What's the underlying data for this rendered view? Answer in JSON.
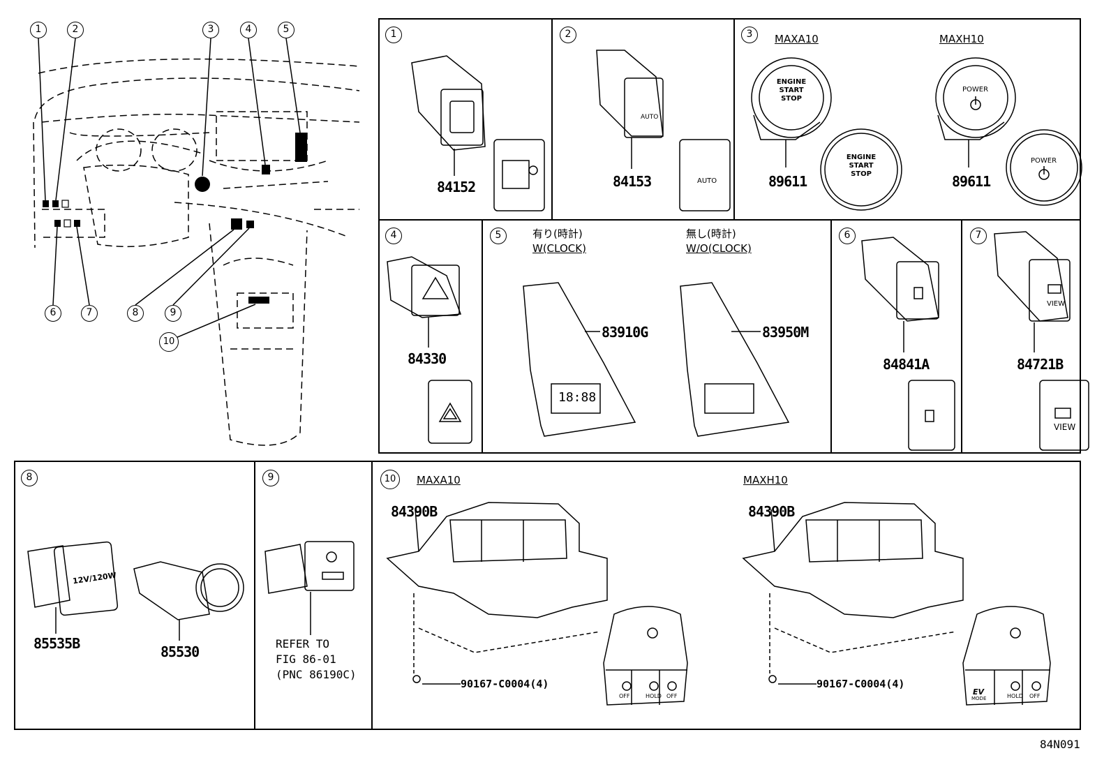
{
  "overview": {
    "callouts": [
      "1",
      "2",
      "3",
      "4",
      "5",
      "6",
      "7",
      "8",
      "9",
      "10"
    ]
  },
  "panels": {
    "p1": {
      "num": "1",
      "part": "84152"
    },
    "p2": {
      "num": "2",
      "part": "84153",
      "icon_text": "AUTO"
    },
    "p3": {
      "num": "3",
      "left_label": "MAXA10",
      "right_label": "MAXH10",
      "left_part": "89611",
      "right_part": "89611",
      "engine_text": "ENGINE\nSTART\nSTOP",
      "power_text": "POWER"
    },
    "p4": {
      "num": "4",
      "part": "84330"
    },
    "p5": {
      "num": "5",
      "left_jp": "有り(時計)",
      "left_en": "W(CLOCK)",
      "right_jp": "無し(時計)",
      "right_en": "W/O(CLOCK)",
      "left_part": "83910G",
      "right_part": "83950M",
      "clock": "18:88"
    },
    "p6": {
      "num": "6",
      "part": "84841A"
    },
    "p7": {
      "num": "7",
      "part": "84721B",
      "icon_text": "VIEW"
    },
    "p8": {
      "num": "8",
      "left_part": "85535B",
      "right_part": "85530",
      "socket_text": "12V/120W"
    },
    "p9": {
      "num": "9",
      "note": "REFER TO\nFIG 86-01\n(PNC 86190C)"
    },
    "p10": {
      "num": "10",
      "left_label": "MAXA10",
      "right_label": "MAXH10",
      "left_part": "84390B",
      "right_part": "84390B",
      "left_screw": "90167-C0004(4)",
      "right_screw": "90167-C0004(4)",
      "btn_off": "OFF",
      "btn_hold": "HOLD",
      "btn_ev": "EV",
      "btn_mode": "MODE"
    }
  },
  "footer_code": "84N091"
}
